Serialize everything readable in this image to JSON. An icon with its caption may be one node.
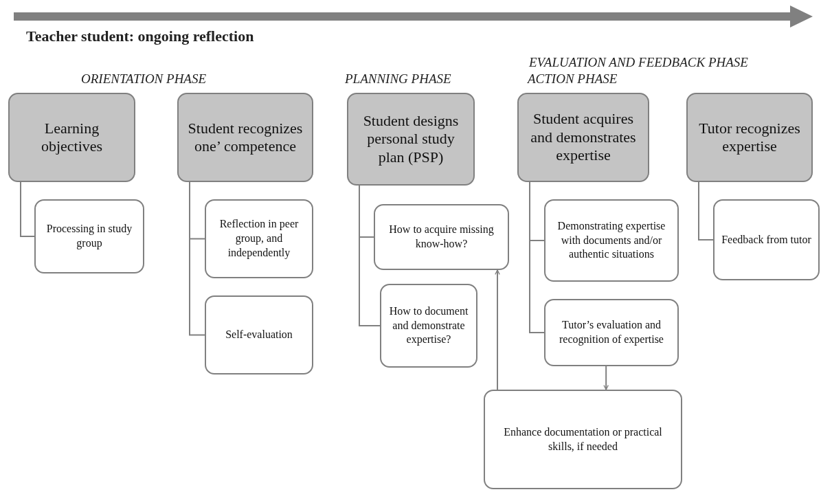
{
  "diagram": {
    "nodes": [
      {
        "text": [
          "Learning objectives"
        ]
      },
      {
        "text": [
          "Processing in study group"
        ]
      },
      {
        "text": [
          "Student recognizes one’ competence"
        ]
      },
      {
        "text": [
          "Reflection in peer group, and independently"
        ]
      },
      {
        "text": [
          "Self-evaluation"
        ]
      },
      {
        "text": [
          "Student designs personal study plan (PSP)"
        ]
      },
      {
        "text": [
          "How to acquire missing know-how?"
        ]
      },
      {
        "text": [
          "How to document and demonstrate expertise?"
        ]
      },
      {
        "text": [
          "Student acquires and demonstrates expertise"
        ]
      },
      {
        "text": [
          "Demonstrating expertise with documents and/or authentic situations"
        ]
      },
      {
        "text": [
          "Tutor’s evaluation and recognition of expertise"
        ]
      },
      {
        "text": [
          "Tutor recognizes expertise"
        ]
      },
      {
        "text": [
          "Feedback from tutor"
        ]
      },
      {
        "text": [
          "Enhance documentation or practical skills, if needed"
        ]
      }
    ],
    "edges": [
      {
        "from": 0,
        "to": 1,
        "arrow": "none"
      },
      {
        "from": 2,
        "to": 3,
        "arrow": "none"
      },
      {
        "from": 2,
        "to": 4,
        "arrow": "none"
      },
      {
        "from": 5,
        "to": 6,
        "arrow": "none"
      },
      {
        "from": 5,
        "to": 7,
        "arrow": "none"
      },
      {
        "from": 8,
        "to": 9,
        "arrow": "none"
      },
      {
        "from": 8,
        "to": 10,
        "arrow": "none"
      },
      {
        "from": 11,
        "to": 12,
        "arrow": "none"
      },
      {
        "from": 10,
        "to": 13,
        "arrow": "to"
      },
      {
        "from": 13,
        "to": 6,
        "arrow": "to"
      }
    ],
    "labels": [
      "Teacher student: ongoing reflection",
      "EVALUATION AND FEEDBACK PHASE",
      "ORIENTATION PHASE",
      "PLANNING PHASE",
      "ACTION PHASE"
    ]
  }
}
